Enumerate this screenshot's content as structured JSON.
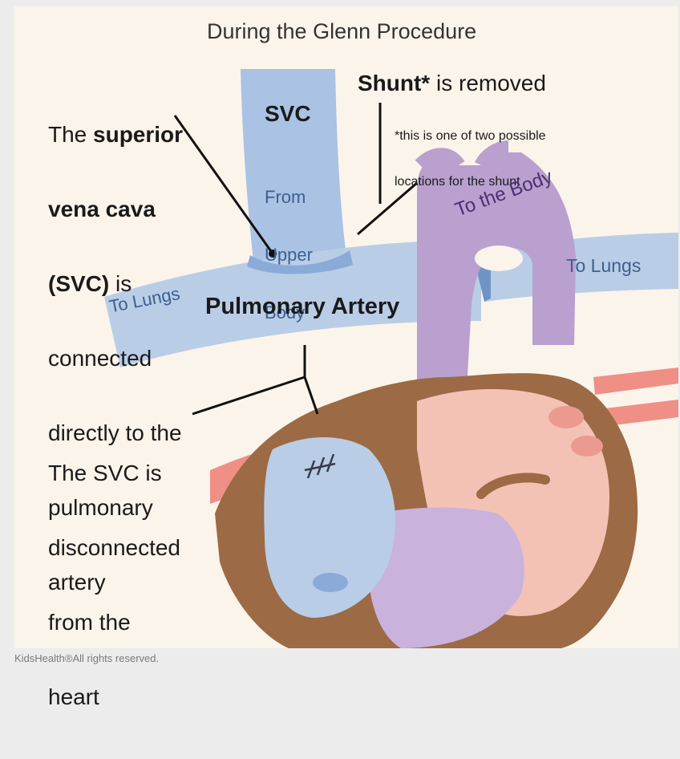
{
  "title": "During the Glenn Procedure",
  "callouts": {
    "svc_connected": {
      "line1_prefix": "The ",
      "line1_bold": "superior",
      "line2_bold": "vena cava",
      "line3_bold": "(SVC)",
      "line3_rest": " is",
      "line4": "connected",
      "line5": "directly to the",
      "line6": "pulmonary",
      "line7": "artery"
    },
    "shunt": {
      "bold": "Shunt*",
      "rest": " is removed",
      "note_line1": "*this is one of two possible",
      "note_line2": "locations for the shunt"
    },
    "svc_disconnected": {
      "line1": "The SVC is",
      "line2": "disconnected",
      "line3": "from the",
      "line4": "heart"
    }
  },
  "labels": {
    "svc": "SVC",
    "svc_from1": "From",
    "svc_from2": "Upper",
    "svc_from3": "Body",
    "pulmonary_artery": "Pulmonary Artery",
    "to_lungs_left": "To Lungs",
    "to_lungs_right": "To Lungs",
    "to_the_body": "To the Body"
  },
  "credit": "KidsHealth®All rights reserved.",
  "colors": {
    "background": "#fbf4ea",
    "vein_blue": "#b9cde6",
    "vein_blue_dark": "#6f93c4",
    "aorta_purple": "#b9a0cf",
    "heart_muscle": "#9c6a45",
    "heart_pink": "#f4c2b4",
    "artery_red": "#ef8f86"
  }
}
